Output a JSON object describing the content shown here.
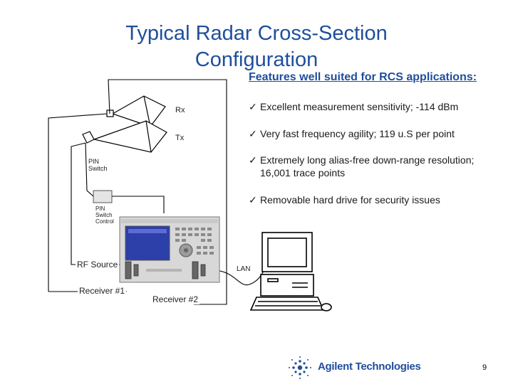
{
  "title": {
    "line1": "Typical Radar Cross-Section",
    "line2": "Configuration"
  },
  "features": {
    "heading": "Features well suited for RCS applications:",
    "items": [
      {
        "text": "Excellent measurement sensitivity; -114 dBm"
      },
      {
        "text": "Very fast frequency agility; 119 u.S per point"
      },
      {
        "text": "Extremely long alias-free down-range resolution;",
        "cont": "16,001 trace points"
      },
      {
        "text": "Removable hard drive for security issues"
      }
    ],
    "check_glyph": "✓"
  },
  "diagram": {
    "rx_label": "Rx",
    "tx_label": "Tx",
    "pin_switch_line1": "PIN",
    "pin_switch_line2": "Switch",
    "pin_control_line1": "PIN",
    "pin_control_line2": "Switch",
    "pin_control_line3": "Control",
    "rf_source": "RF Source",
    "receiver1": "Receiver #1",
    "receiver2": "Receiver #2",
    "lan": "LAN"
  },
  "footer": {
    "brand": "Agilent Technologies",
    "page": "9"
  },
  "colors": {
    "title": "#1f4e9c",
    "brand": "#1f4e9c",
    "screen": "#2d3fa8"
  }
}
